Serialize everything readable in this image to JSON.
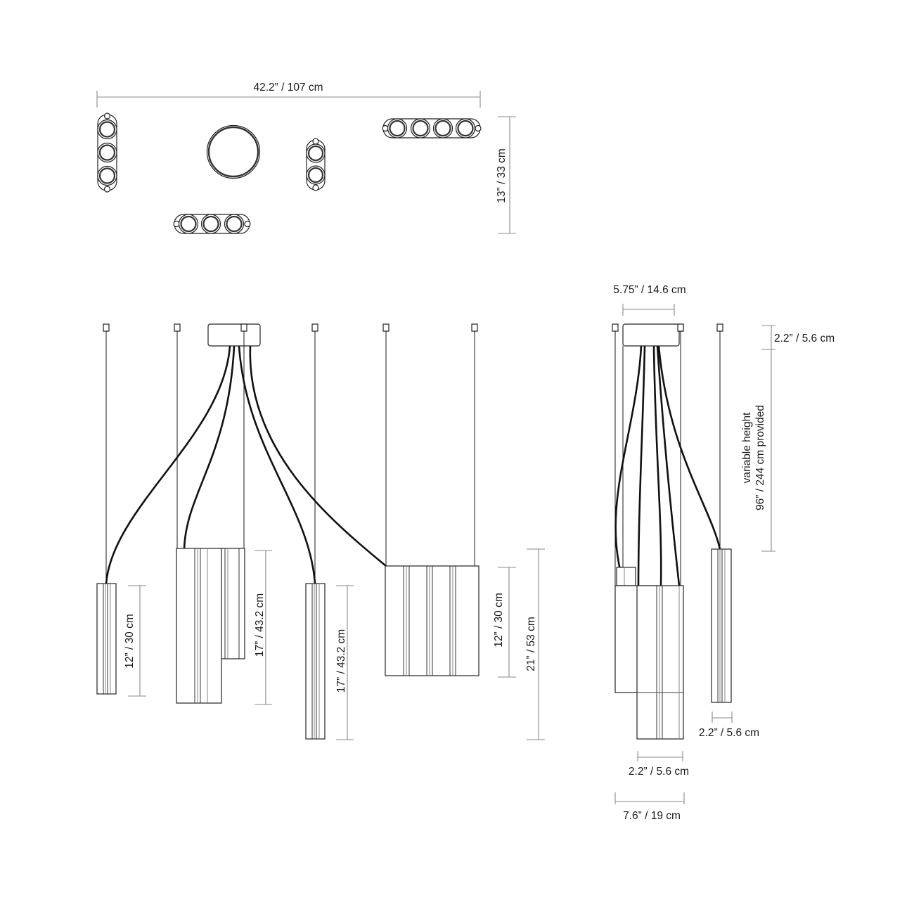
{
  "plan_view": {
    "width_label": "42.2” /  107 cm",
    "depth_label": "13” / 33 cm"
  },
  "elevation": {
    "pendant_a_height": "12” / 30 cm",
    "pendant_b_height": "17” / 43.2 cm",
    "pendant_c_height": "17” / 43.2 cm",
    "pendant_d_height": "12” / 30 cm",
    "overall_drop": "21” / 53 cm"
  },
  "side_view": {
    "canopy_width": "5.75” / 14.6 cm",
    "canopy_height": "2.2” / 5.6 cm",
    "cable_label_line1": "variable height",
    "cable_label_line2": "96” / 244 cm provided",
    "tube_width_right": "2.2” / 5.6 cm",
    "tube_width_bottom": "2.2” / 5.6 cm",
    "cluster_width": "7.6” / 19 cm"
  }
}
